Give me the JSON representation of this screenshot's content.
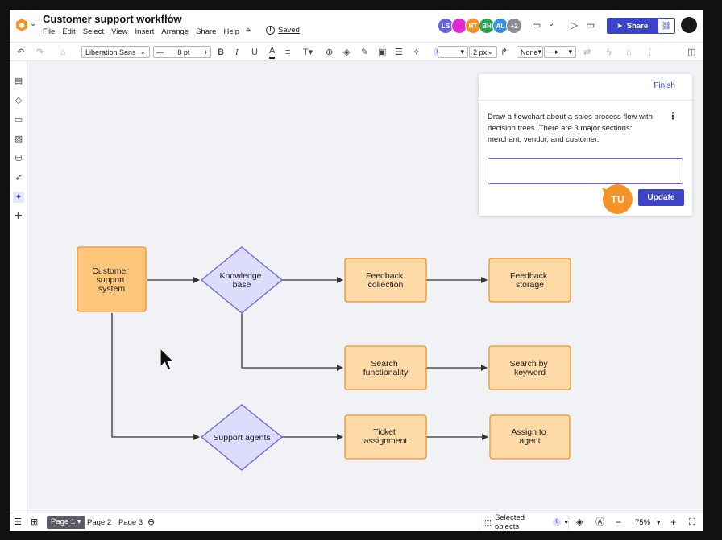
{
  "app": {
    "title": "Customer support workflow",
    "saved_label": "Saved",
    "menu": [
      "File",
      "Edit",
      "Select",
      "View",
      "Insert",
      "Arrange",
      "Share",
      "Help"
    ]
  },
  "collaborators": [
    {
      "initials": "LS",
      "color": "#6b62e0"
    },
    {
      "initials": "",
      "color": "#e12bd0"
    },
    {
      "initials": "HT",
      "color": "#f59326"
    },
    {
      "initials": "BH",
      "color": "#2aa353"
    },
    {
      "initials": "AL",
      "color": "#3c8fe0"
    },
    {
      "initials": "+2",
      "color": "#8a8c95"
    }
  ],
  "share_label": "Share",
  "toolbar": {
    "font_family": "Liberation Sans",
    "font_size": "8 pt",
    "line_width": "2 px",
    "arrow_start": "None",
    "badge_count": "8"
  },
  "ai_panel": {
    "finish_label": "Finish",
    "prompt": "Draw a flowchart about a sales process flow with decision trees. There are 3 major sections: merchant, vendor, and customer.",
    "input_value": "",
    "update_label": "Update",
    "cursor_user": "TU"
  },
  "diagram": {
    "nodes": {
      "customer_support_system": [
        "Customer",
        "support",
        "system"
      ],
      "knowledge_base": [
        "Knowledge",
        "base"
      ],
      "feedback_collection": [
        "Feedback",
        "collection"
      ],
      "feedback_storage": [
        "Feedback",
        "storage"
      ],
      "search_functionality": [
        "Search",
        "functionality"
      ],
      "search_by_keyword": [
        "Search by",
        "keyword"
      ],
      "support_agents": [
        "Support agents"
      ],
      "ticket_assignment": [
        "Ticket",
        "assignment"
      ],
      "assign_to_agent": [
        "Assign to",
        "agent"
      ]
    },
    "colors": {
      "process_fill": "#fddaa6",
      "process_stroke": "#f59326",
      "start_fill": "#fdc67a",
      "decision_fill": "#dedcfb",
      "decision_stroke": "#6b62e0",
      "connector": "#333333"
    }
  },
  "bottom": {
    "pages": [
      "Page 1",
      "Page 2",
      "Page 3"
    ],
    "selected_objects_label": "Selected objects",
    "selected_count": "0",
    "zoom": "75%"
  }
}
